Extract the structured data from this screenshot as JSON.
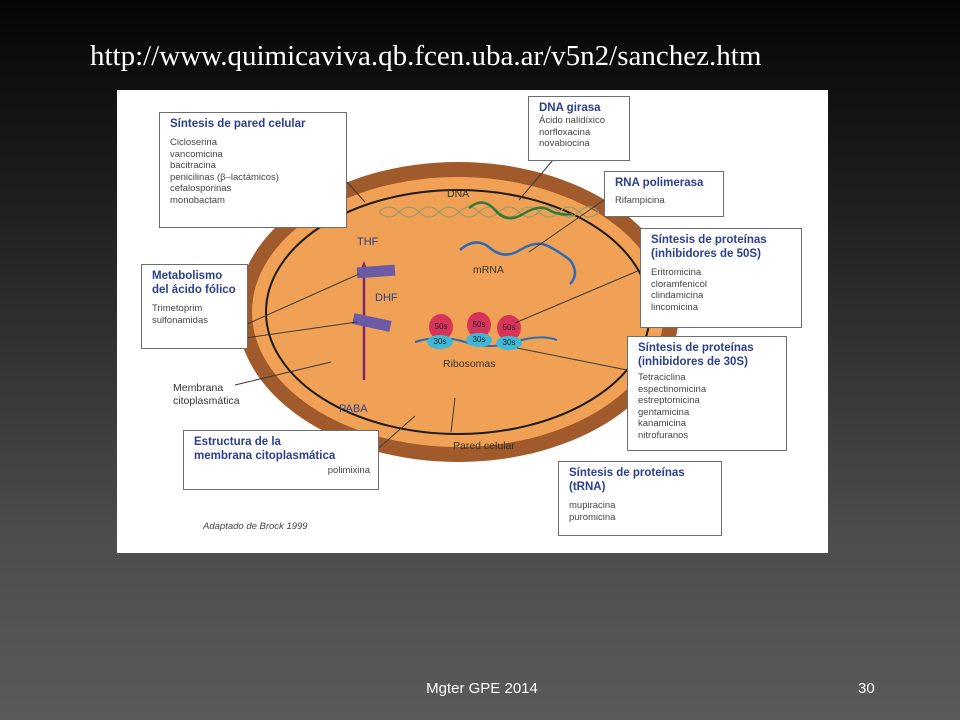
{
  "slide": {
    "url": "http://www.quimicaviva.qb.fcen.uba.ar/v5n2/sanchez.htm",
    "footer": "Mgter GPE 2014",
    "page_number": "30"
  },
  "figure": {
    "credit": "Adaptado de Brock 1999",
    "labels": {
      "dna": "DNA",
      "mrna": "mRNA",
      "thf": "THF",
      "dhf": "DHF",
      "paba": "PABA",
      "ribosomas": "Ribosomas",
      "membrana": [
        "Membrana",
        "citoplasmática"
      ],
      "pared": "Pared celular",
      "ribo_large": "50s",
      "ribo_small": "30s"
    },
    "boxes": {
      "pared": {
        "title": [
          "Síntesis de pared celular"
        ],
        "items": [
          "Cicloserina",
          "vancomicina",
          "bacitracina",
          "penicilinas (β–lactámicos)",
          "cefalosporinas",
          "monobactam"
        ]
      },
      "folico": {
        "title": [
          "Metabolismo",
          "del ácido fólico"
        ],
        "items": [
          "Trimetoprim",
          "sulfonamidas"
        ]
      },
      "membrana": {
        "title": [
          "Estructura de la",
          "membrana citoplasmática"
        ],
        "items": [
          "polimixina"
        ]
      },
      "girasa": {
        "title": [
          "DNA girasa"
        ],
        "items": [
          "Ácido nalidíxico",
          "norfloxacina",
          "novabiocina"
        ]
      },
      "rnapol": {
        "title": [
          "RNA polimerasa"
        ],
        "items": [
          "Rifampicina"
        ]
      },
      "p50s": {
        "title": [
          "Síntesis de proteínas",
          "(inhibidores de 50S)"
        ],
        "items": [
          "Eritromicina",
          "cloramfenicol",
          "clindamicina",
          "lincomicina"
        ]
      },
      "p30s": {
        "title": [
          "Síntesis de proteínas",
          "(inhibidores de 30S)"
        ],
        "items": [
          "Tetraciclina",
          "espectinomicina",
          "estreptomicina",
          "gentamicina",
          "kanamicina",
          "nitrofuranos"
        ]
      },
      "ptrna": {
        "title": [
          "Síntesis de proteínas",
          "(tRNA)"
        ],
        "items": [
          "mupiracina",
          "puromicina"
        ]
      }
    },
    "colors": {
      "cell_wall": "#a05a2c",
      "cytoplasm": "#f0a155",
      "title_blue": "#2b3f8c",
      "dna": "#9a9a6a",
      "green_strand": "#2f7a3a",
      "blue_strand": "#2e6bb4",
      "ribo_red": "#d8345a",
      "ribo_cyan": "#3fb8d8",
      "enzyme_purple": "#6b5aa5"
    }
  }
}
